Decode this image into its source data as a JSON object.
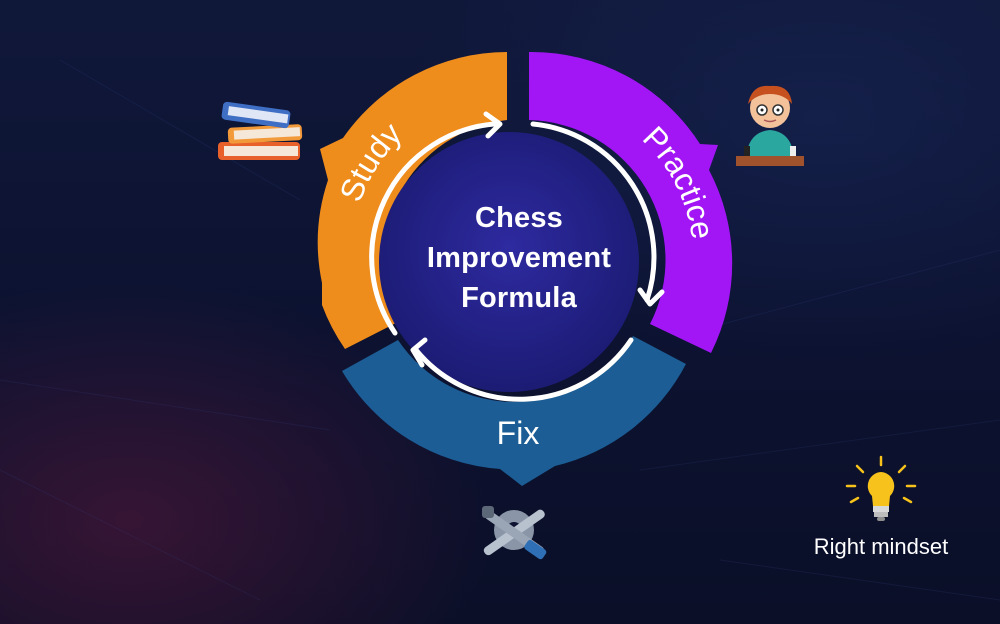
{
  "diagram": {
    "center_title": [
      "Chess",
      "Improvement",
      "Formula"
    ],
    "stages": [
      {
        "label": "Study",
        "color": "#ee8c1c",
        "icon": "books-icon"
      },
      {
        "label": "Practice",
        "color": "#a215f5",
        "icon": "chess-player-icon"
      },
      {
        "label": "Fix",
        "color": "#1b5d94",
        "icon": "wrench-screwdriver-icon"
      }
    ],
    "center_color": "#25238a",
    "mindset": {
      "label": "Right mindset",
      "icon": "lightbulb-icon"
    }
  }
}
